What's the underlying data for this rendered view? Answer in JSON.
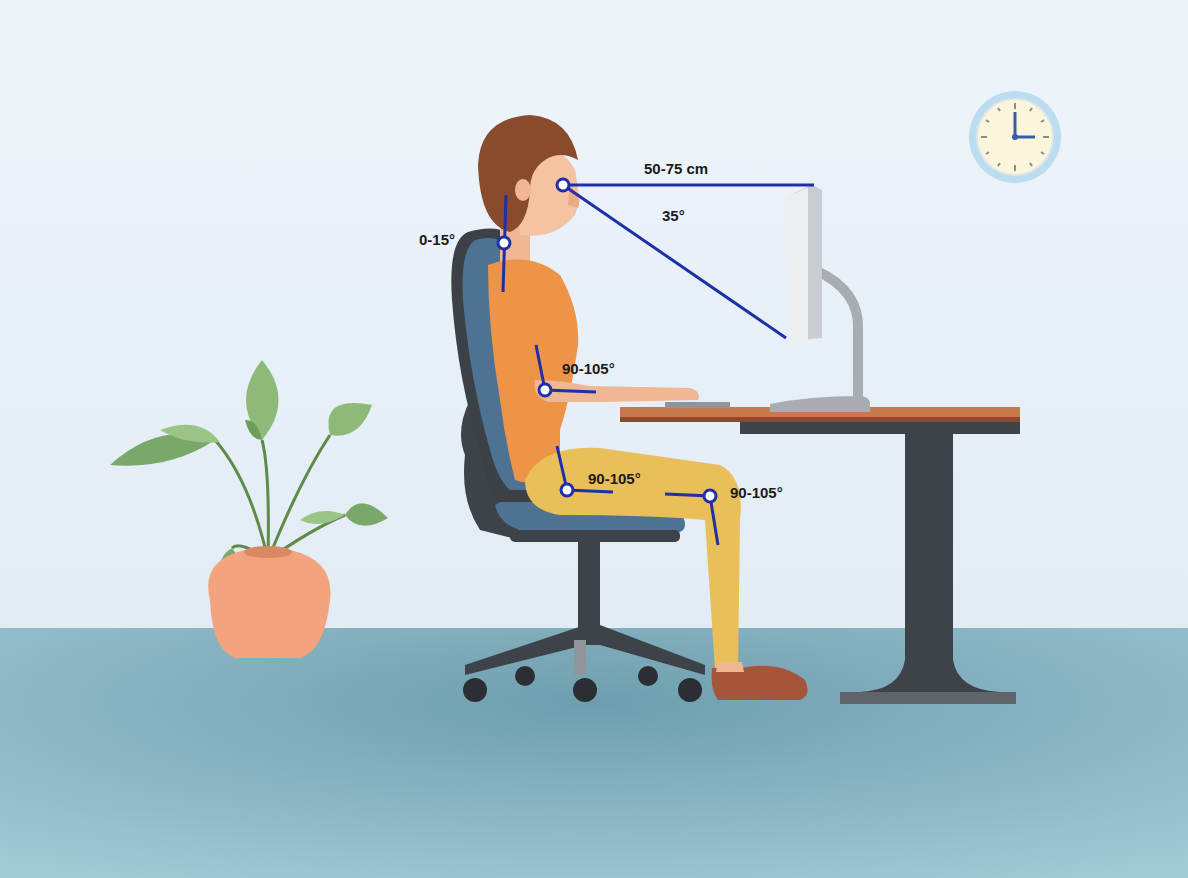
{
  "diagram": {
    "labels": [
      "50-75 cm",
      "35°",
      "0-15°",
      "90-105°",
      "90-105°",
      "90-105°"
    ]
  }
}
